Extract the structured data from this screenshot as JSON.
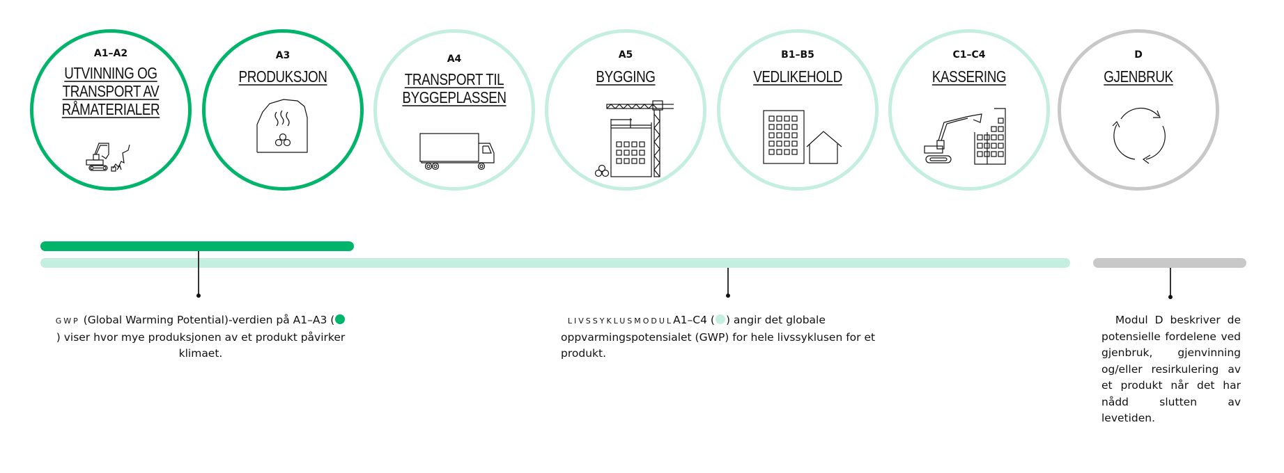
{
  "colors": {
    "a1_a3_green": "#00b46a",
    "a1_c4_mint": "#c4eee0",
    "module_d_gray": "#c8c8c8",
    "text": "#111111"
  },
  "stages": [
    {
      "code": "A1–A2",
      "title_lines": [
        "UTVINNING OG",
        "TRANSPORT AV",
        "RÅMATERIALER"
      ],
      "icon": "excavator-icon",
      "status": "active"
    },
    {
      "code": "A3",
      "title_lines": [
        "PRODUKSJON"
      ],
      "icon": "factory-kiln-icon",
      "status": "active"
    },
    {
      "code": "A4",
      "title_lines": [
        "TRANSPORT TIL",
        "BYGGEPLASSEN"
      ],
      "icon": "truck-icon",
      "status": "future"
    },
    {
      "code": "A5",
      "title_lines": [
        "BYGGING"
      ],
      "icon": "crane-building-icon",
      "status": "future"
    },
    {
      "code": "B1–B5",
      "title_lines": [
        "VEDLIKEHOLD"
      ],
      "icon": "building-house-icon",
      "status": "future"
    },
    {
      "code": "C1–C4",
      "title_lines": [
        "KASSERING"
      ],
      "icon": "demolition-excavator-icon",
      "status": "future"
    },
    {
      "code": "D",
      "title_lines": [
        "GJENBRUK"
      ],
      "icon": "recycle-cycle-icon",
      "status": "benefit"
    }
  ],
  "timeline": {
    "bars": [
      {
        "label": "A1–A3",
        "color": "#00b46a"
      },
      {
        "label": "A1–C4",
        "color": "#c4eee0"
      },
      {
        "label": "D",
        "color": "#c8c8c8"
      }
    ]
  },
  "notes": {
    "gwp": {
      "caps": "GWP",
      "text_before": " (Global Warming Potential)-verdien på A1–A3 (",
      "text_after": ") viser hvor mye produksjonen av et produkt påvirker klimaet.",
      "swatch_color": "#00b46a"
    },
    "lifecycle": {
      "caps": "LIVSSYKLUSMODUL",
      "text_before": "A1–C4 (",
      "text_after": ") angir det globale oppvarmingspotensialet (GWP) for hele livssyklusen for et produkt.",
      "swatch_color": "#c4eee0"
    },
    "module_d": {
      "text": "Modul D beskriver de potensielle fordelene ved gjenbruk, gjenvinning og/eller resirkulering av et produkt når det har nådd slutten av levetiden."
    }
  }
}
